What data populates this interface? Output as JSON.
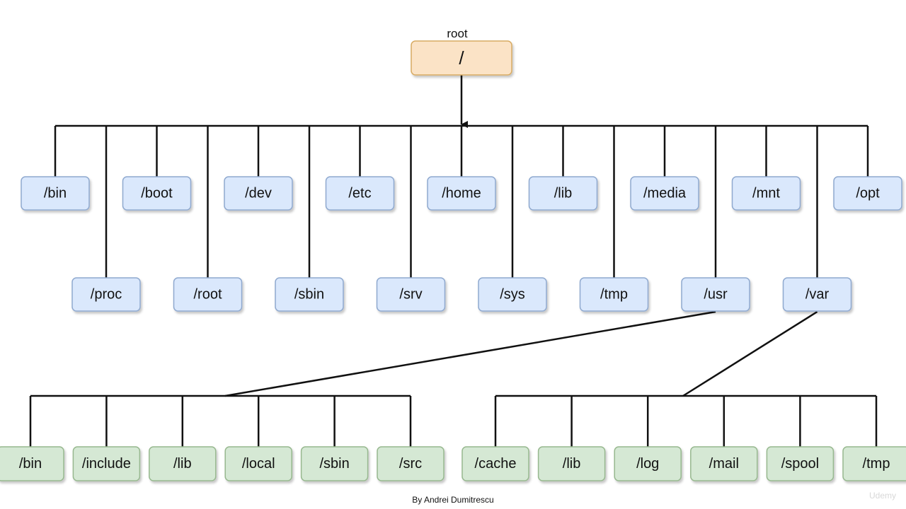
{
  "root": {
    "label": "root",
    "name": "/",
    "fill": "#fbe3c6",
    "stroke": "#d8ab62"
  },
  "level1_row1": [
    "/bin",
    "/boot",
    "/dev",
    "/etc",
    "/home",
    "/lib",
    "/media",
    "/mnt",
    "/opt"
  ],
  "level1_row2": [
    "/proc",
    "/root",
    "/sbin",
    "/srv",
    "/sys",
    "/tmp",
    "/usr",
    "/var"
  ],
  "usr_children": [
    "/bin",
    "/include",
    "/lib",
    "/local",
    "/sbin",
    "/src"
  ],
  "var_children": [
    "/cache",
    "/lib",
    "/log",
    "/mail",
    "/spool",
    "/tmp"
  ],
  "colors": {
    "blue_fill": "#dae8fc",
    "blue_stroke": "#8fa9cf",
    "green_fill": "#d5e8d4",
    "green_stroke": "#97b88f",
    "line": "#111111"
  },
  "credit": "By Andrei Dumitrescu",
  "watermark": "Udemy"
}
